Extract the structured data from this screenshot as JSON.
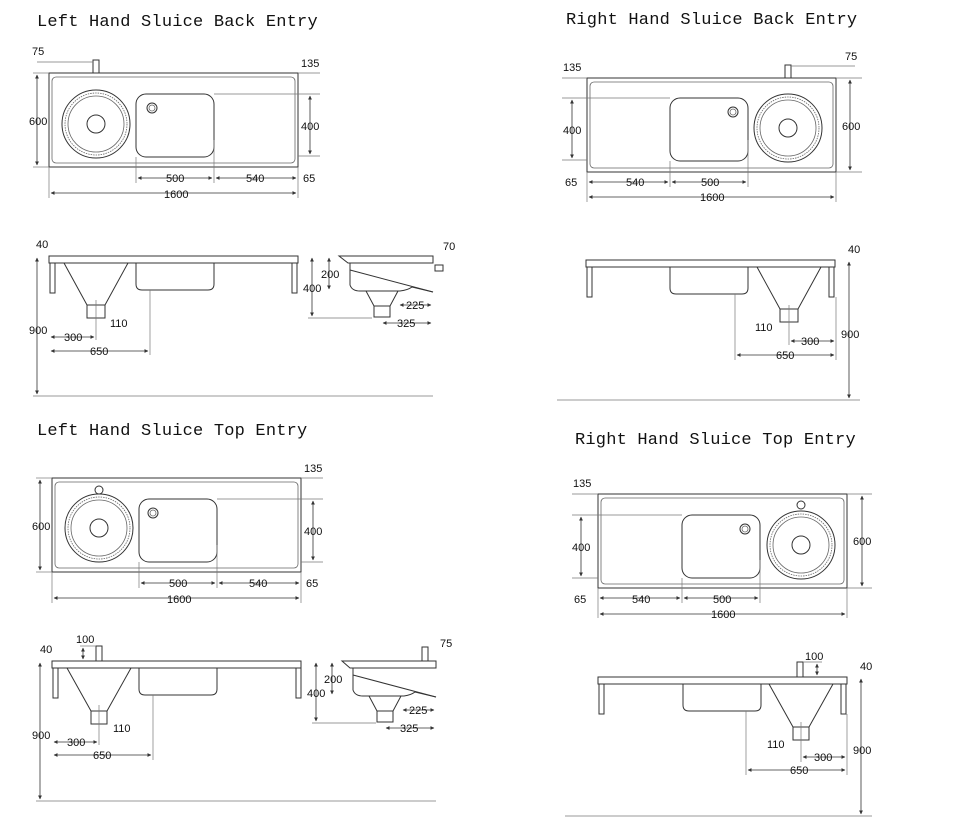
{
  "titles": {
    "lh_back": "Left Hand Sluice Back Entry",
    "rh_back": "Right Hand Sluice Back Entry",
    "lh_top": "Left Hand Sluice Top Entry",
    "rh_top": "Right Hand Sluice Top Entry"
  },
  "lh_back": {
    "plan": {
      "tap_offset": "75",
      "back_margin": "135",
      "depth": "600",
      "bowl_depth": "400",
      "front_margin": "65",
      "bowl_width": "500",
      "drainer_width": "540",
      "length": "1600"
    },
    "elev": {
      "top_thickness": "40",
      "height": "900",
      "outlet_dia": "110",
      "outlet_offset": "300",
      "bowl_waste_offset": "650"
    },
    "side": {
      "bowl_height": "400",
      "sluice_height": "200",
      "tap_offset": "70",
      "waste_front": "225",
      "waste_back": "325"
    }
  },
  "rh_back": {
    "plan": {
      "tap_offset": "75",
      "back_margin": "135",
      "depth": "600",
      "bowl_depth": "400",
      "front_margin": "65",
      "bowl_width": "500",
      "drainer_width": "540",
      "length": "1600"
    },
    "elev": {
      "top_thickness": "40",
      "height": "900",
      "outlet_dia": "110",
      "outlet_offset": "300",
      "bowl_waste_offset": "650"
    }
  },
  "lh_top": {
    "plan": {
      "back_margin": "135",
      "depth": "600",
      "bowl_depth": "400",
      "front_margin": "65",
      "bowl_width": "500",
      "drainer_width": "540",
      "length": "1600"
    },
    "elev": {
      "tap_height": "100",
      "top_thickness": "40",
      "height": "900",
      "outlet_dia": "110",
      "outlet_offset": "300",
      "bowl_waste_offset": "650"
    },
    "side": {
      "bowl_height": "400",
      "sluice_height": "200",
      "tap_offset": "75",
      "waste_front": "225",
      "waste_back": "325"
    }
  },
  "rh_top": {
    "plan": {
      "back_margin": "135",
      "depth": "600",
      "bowl_depth": "400",
      "front_margin": "65",
      "bowl_width": "500",
      "drainer_width": "540",
      "length": "1600"
    },
    "elev": {
      "tap_height": "100",
      "top_thickness": "40",
      "height": "900",
      "outlet_dia": "110",
      "outlet_offset": "300",
      "bowl_waste_offset": "650"
    }
  }
}
